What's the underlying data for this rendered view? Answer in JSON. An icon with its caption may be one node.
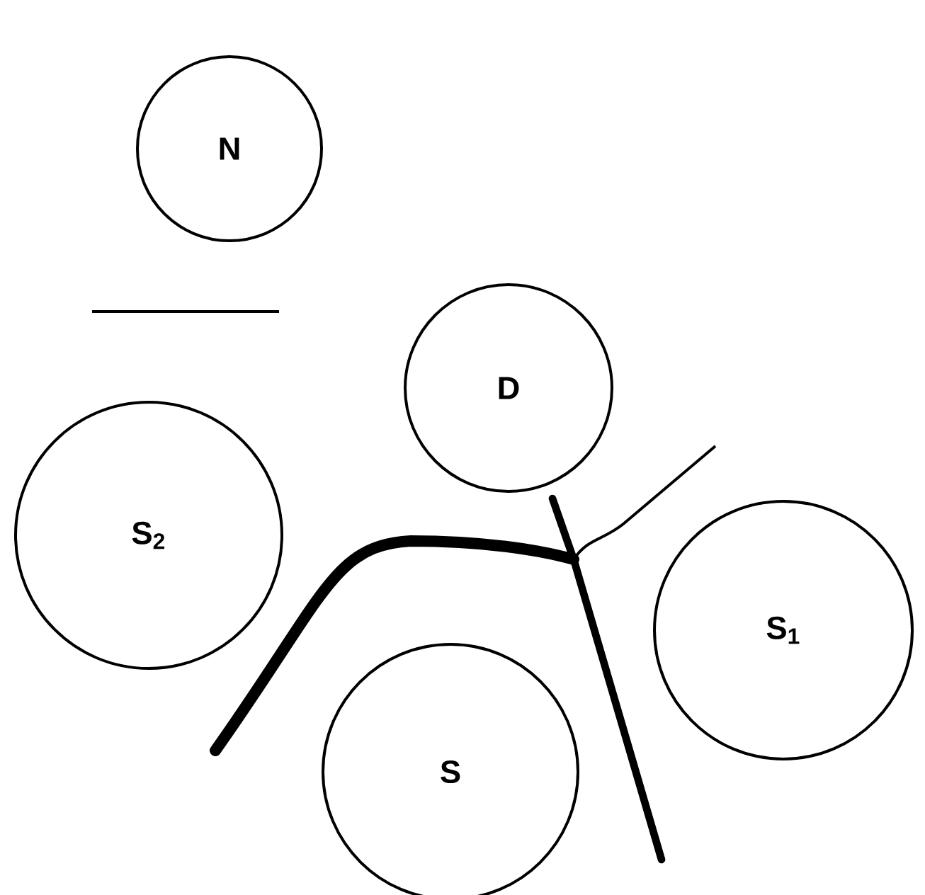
{
  "diagram": {
    "nodes": [
      {
        "text": [
          "N"
        ]
      },
      {
        "text": [
          "D"
        ]
      },
      {
        "text": [
          "S$_{2}$"
        ]
      },
      {
        "text": [
          "S$_{1}$"
        ]
      },
      {
        "text": [
          "S"
        ]
      }
    ]
  }
}
